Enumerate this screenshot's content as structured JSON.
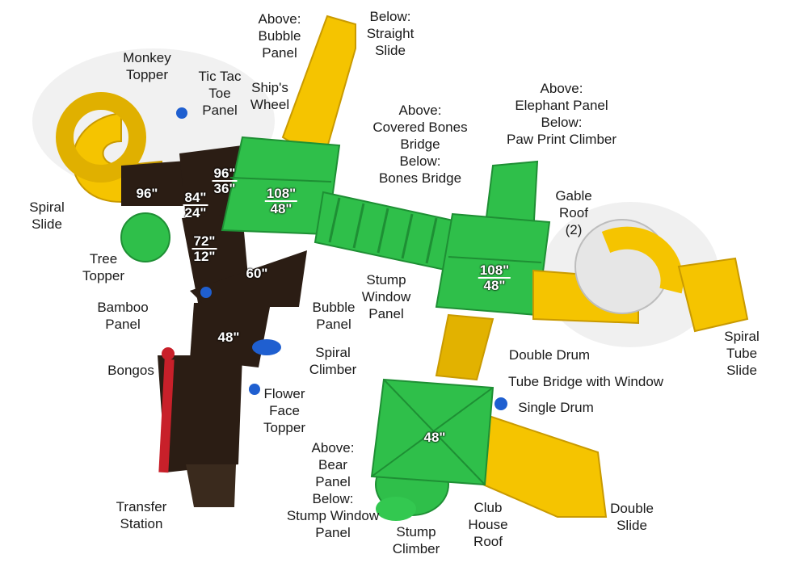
{
  "labels": {
    "bubble_panel_top": [
      "Above:",
      "Bubble",
      "Panel"
    ],
    "straight_slide": [
      "Below:",
      "Straight",
      "Slide"
    ],
    "monkey_topper": [
      "Monkey",
      "Topper"
    ],
    "tic_tac_toe": [
      "Tic Tac",
      "Toe",
      "Panel"
    ],
    "ships_wheel": [
      "Ship's",
      "Wheel"
    ],
    "covered_bones_bridge": [
      "Above:",
      "Covered Bones",
      "Bridge",
      "Below:",
      "Bones Bridge"
    ],
    "elephant_panel": [
      "Above:",
      "Elephant Panel",
      "Below:",
      "Paw Print Climber"
    ],
    "gable_roof": [
      "Gable",
      "Roof",
      "(2)"
    ],
    "spiral_slide": [
      "Spiral",
      "Slide"
    ],
    "tree_topper": [
      "Tree",
      "Topper"
    ],
    "bamboo_panel": [
      "Bamboo",
      "Panel"
    ],
    "stump_window_panel": [
      "Stump",
      "Window",
      "Panel"
    ],
    "bubble_panel_side": [
      "Bubble",
      "Panel"
    ],
    "spiral_tube_slide": [
      "Spiral",
      "Tube",
      "Slide"
    ],
    "double_drum": [
      "Double Drum"
    ],
    "bongos": [
      "Bongos"
    ],
    "spiral_climber": [
      "Spiral",
      "Climber"
    ],
    "tube_bridge": [
      "Tube Bridge with Window"
    ],
    "single_drum": [
      "Single Drum"
    ],
    "flower_face_topper": [
      "Flower",
      "Face",
      "Topper"
    ],
    "bear_panel": [
      "Above:",
      "Bear",
      "Panel",
      "Below:",
      "Stump Window",
      "Panel"
    ],
    "transfer_station": [
      "Transfer",
      "Station"
    ],
    "stump_climber": [
      "Stump",
      "Climber"
    ],
    "club_house_roof": [
      "Club",
      "House",
      "Roof"
    ],
    "double_slide": [
      "Double",
      "Slide"
    ]
  },
  "heights": {
    "h96_left": "96\"",
    "h84": {
      "num": "84\"",
      "den": "24\""
    },
    "h96_mid": {
      "num": "96\"",
      "den": "36\""
    },
    "h72": {
      "num": "72\"",
      "den": "12\""
    },
    "h60": "60\"",
    "h48_left": "48\"",
    "h108_left": {
      "num": "108\"",
      "den": "48\""
    },
    "h108_right": {
      "num": "108\"",
      "den": "48\""
    },
    "h48_roof": "48\""
  },
  "colors": {
    "yellow": "#f5c400",
    "yellow_dark": "#d9a300",
    "green": "#2fbf4a",
    "green_dark": "#1e8f34",
    "deck": "#2b1d14",
    "blue": "#1f5fd0",
    "red": "#c8202a"
  }
}
